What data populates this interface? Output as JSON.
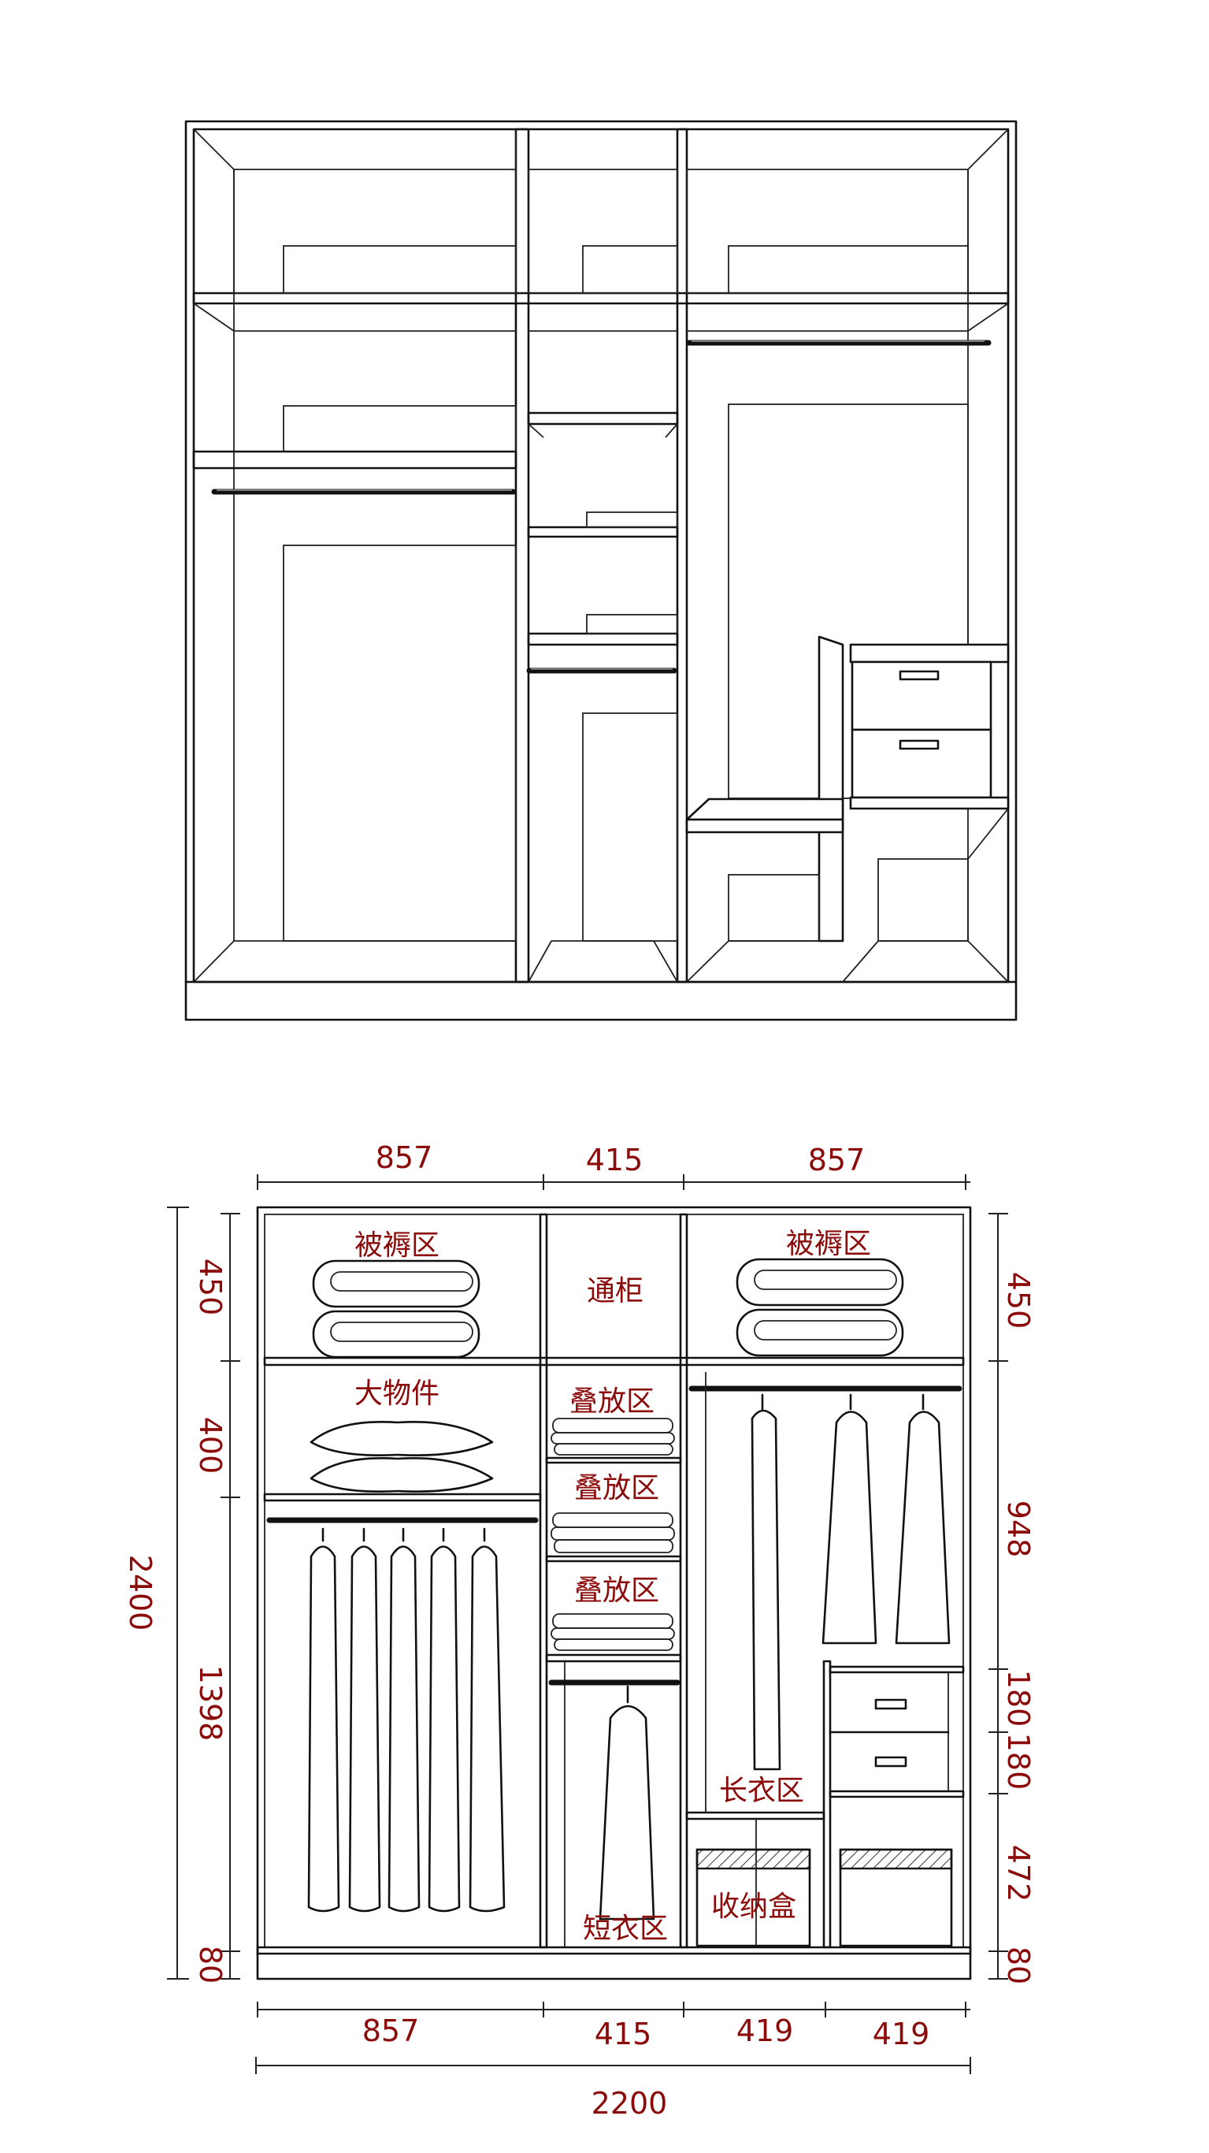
{
  "colors": {
    "annotation": "#8b0a0a",
    "line": "#111111"
  },
  "labels": {
    "bedding_left": "被褥区",
    "bedding_right": "被褥区",
    "open_cabinet": "通柜",
    "large_items": "大物件",
    "folding_1": "叠放区",
    "folding_2": "叠放区",
    "folding_3": "叠放区",
    "long_coat": "长衣区",
    "storage_box": "收纳盒",
    "short_coat": "短衣区"
  },
  "dimensions": {
    "top": [
      "857",
      "415",
      "857"
    ],
    "bottom": [
      "857",
      "415",
      "419",
      "419"
    ],
    "total_width": "2200",
    "total_height": "2400",
    "left": [
      "450",
      "400",
      "1398",
      "80"
    ],
    "right": [
      "450",
      "948",
      "180",
      "180",
      "472",
      "80"
    ]
  }
}
